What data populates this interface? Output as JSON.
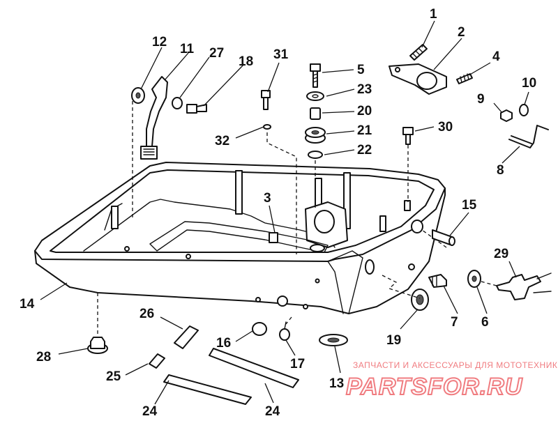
{
  "callouts": {
    "n1": "1",
    "n2": "2",
    "n3": "3",
    "n4": "4",
    "n5": "5",
    "n6": "6",
    "n7": "7",
    "n8": "8",
    "n9": "9",
    "n10": "10",
    "n11": "11",
    "n12": "12",
    "n13": "13",
    "n14": "14",
    "n15": "15",
    "n16": "16",
    "n17": "17",
    "n18": "18",
    "n19": "19",
    "n20": "20",
    "n21": "21",
    "n22": "22",
    "n23": "23",
    "n24a": "24",
    "n24b": "24",
    "n25": "25",
    "n26": "26",
    "n27": "27",
    "n28": "28",
    "n29": "29",
    "n30": "30",
    "n31": "31",
    "n32": "32"
  },
  "watermark": {
    "tagline": "ЗАПЧАСТИ И АКСЕССУАРЫ ДЛЯ МОТОТЕХНИКИ",
    "logo": "PARTSFOR.RU",
    "color": "#f07c80"
  }
}
